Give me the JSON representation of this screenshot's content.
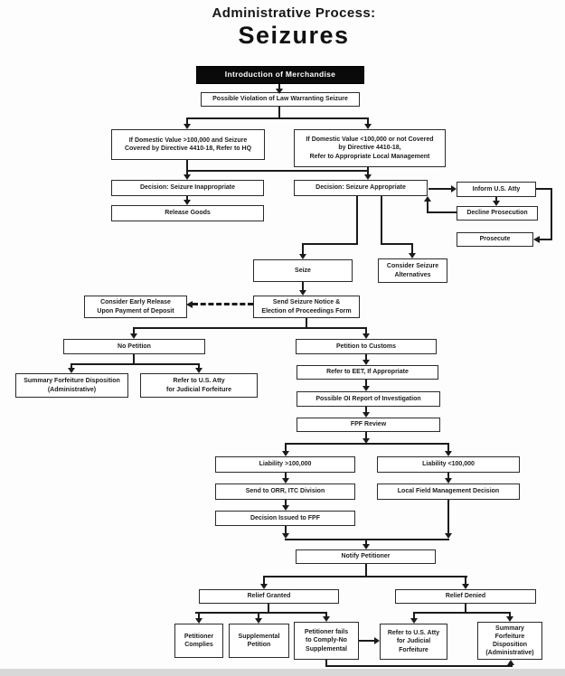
{
  "title": "Administrative Process:",
  "subtitle": "Seizures",
  "nodes": {
    "intro": "Introduction of Merchandise",
    "violation": "Possible Violation of Law Warranting Seizure",
    "cond_high": "If Domestic Value >100,000 and Seizure\nCovered by Directive 4410-18, Refer to HQ",
    "cond_low": "If Domestic Value <100,000 or not Covered\nby Directive 4410-18,\nRefer to Appropriate Local Management",
    "dec_inappropriate": "Decision: Seizure Inappropriate",
    "release_goods": "Release Goods",
    "dec_appropriate": "Decision: Seizure Appropriate",
    "inform_atty": "Inform U.S. Atty",
    "decline_prosecution": "Decline Prosecution",
    "prosecute": "Prosecute",
    "consider_alternatives": "Consider Seizure\nAlternatives",
    "seize": "Seize",
    "early_release": "Consider Early Release\nUpon Payment of Deposit",
    "send_notice": "Send Seizure Notice &\nElection of Proceedings Form",
    "no_petition": "No Petition",
    "petition_customs": "Petition to Customs",
    "summary_admin": "Summary Forfeiture Disposition\n(Administrative)",
    "refer_judicial": "Refer to U.S. Atty\nfor Judicial Forfeiture",
    "refer_eet": "Refer to EET, If Appropriate",
    "possible_oi": "Possible OI Report of Investigation",
    "fpf_review": "FPF Review",
    "liability_high": "Liability >100,000",
    "liability_low": "Liability <100,000",
    "send_orr": "Send to ORR, ITC Division",
    "local_field": "Local Field Management Decision",
    "decision_fpf": "Decision Issued to FPF",
    "notify": "Notify Petitioner",
    "relief_granted": "Relief Granted",
    "relief_denied": "Relief Denied",
    "complies": "Petitioner\nComplies",
    "supplemental": "Supplemental\nPetition",
    "fails": "Petitioner fails\nto Comply-No\nSupplemental",
    "refer_judicial_2": "Refer to U.S. Atty\nfor Judicial\nForfeiture",
    "summary_admin_2": "Summary Forfeiture\nDisposition\n(Administrative)"
  },
  "colors": {
    "ink": "#1b1b1b",
    "header_bg": "#0a0a0a",
    "header_text": "#ffffff",
    "scan_strip": "#d8d8d8"
  }
}
